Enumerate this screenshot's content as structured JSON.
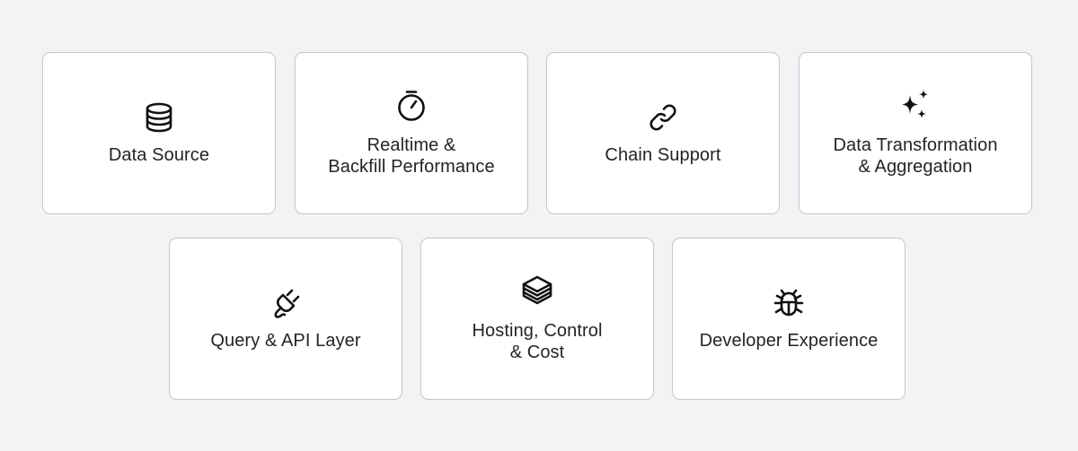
{
  "cards": [
    {
      "label": "Data Source",
      "icon": "database-icon"
    },
    {
      "label": "Realtime &\nBackfill Performance",
      "icon": "stopwatch-icon"
    },
    {
      "label": "Chain Support",
      "icon": "link-icon"
    },
    {
      "label": "Data Transformation\n& Aggregation",
      "icon": "sparkles-icon"
    },
    {
      "label": "Query & API Layer",
      "icon": "plug-icon"
    },
    {
      "label": "Hosting, Control\n& Cost",
      "icon": "layers-icon"
    },
    {
      "label": "Developer Experience",
      "icon": "bug-icon"
    }
  ],
  "colors": {
    "background": "#f2f3f5",
    "card": "#ffffff",
    "border": "#c4c6ca",
    "text": "#222426"
  }
}
